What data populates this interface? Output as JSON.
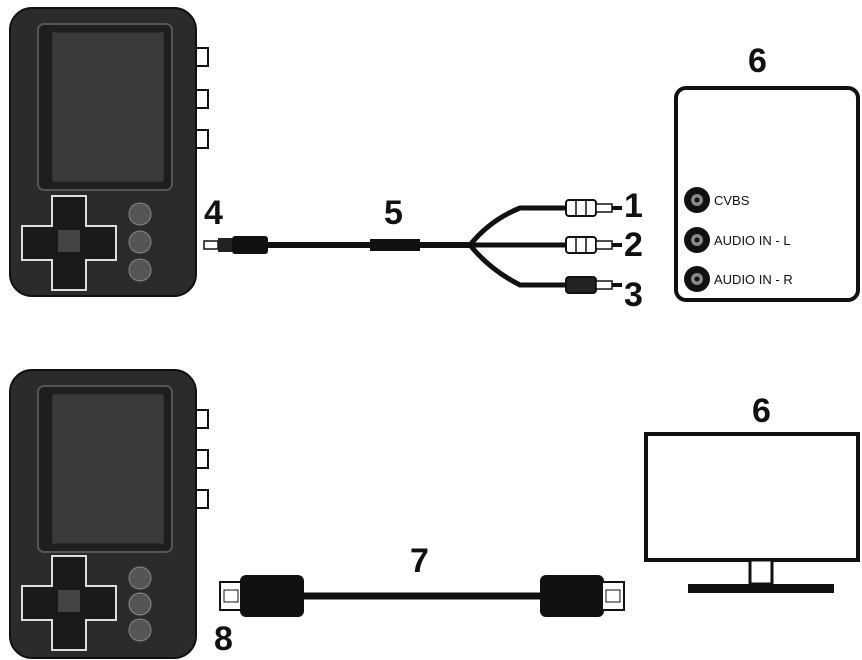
{
  "diagram": {
    "top": {
      "callouts": {
        "n1": "1",
        "n2": "2",
        "n3": "3",
        "n4": "4",
        "n5": "5",
        "n6": "6"
      },
      "av_ports": [
        "CVBS",
        "AUDIO IN - L",
        "AUDIO IN - R"
      ]
    },
    "bottom": {
      "callouts": {
        "n6": "6",
        "n7": "7",
        "n8": "8"
      }
    }
  },
  "colors": {
    "device_body": "#2a2a2a",
    "device_screen": "#3a3a3a",
    "cable": "#111111",
    "outline": "#111111"
  }
}
